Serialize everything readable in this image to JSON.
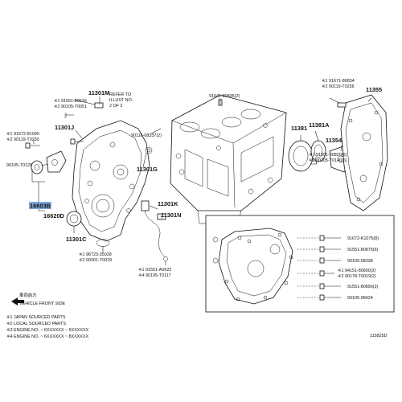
{
  "parts": {
    "p11301M": "11301M",
    "p91551_80616": "※1 91551-80616",
    "p90105_T0051": "※2 90105-T0051",
    "p11301J": "11301J",
    "p91672_81090": "※1 91672-81090",
    "p90119_T0230": "※2 90119-T0230",
    "p90105_T0125": "90105-T0125",
    "p16603B": "16603B",
    "p16620D": "16620D",
    "p11301C": "11301C",
    "p96723": "※1 96723-35028",
    "p90301": "※2 90301-T0029",
    "p91641": "91641-80835(2)",
    "p90116": "90116-08337(2)",
    "p11301G": "11301G",
    "p11301K": "11301K",
    "p11301N": "11301N",
    "p91551_A0622": "※1 91551-A0622",
    "p90105_T0117": "※4 90105-T0117",
    "p11381": "11381",
    "p11381A": "11381A",
    "p11354": "11354",
    "p91551_00820": "※1 91551-00820(6)",
    "p90305_T0140": "※2 90305-T0140(6)",
    "p91671_80834": "※1 91671-80834",
    "p90119_T0236": "※2 90119-T0236",
    "p11355": "11355"
  },
  "refer": [
    "REFER TO",
    "ILLUST NO.",
    "2 OF 2"
  ],
  "inset_parts": [
    "91672-K1075(8)",
    "91551-80875(6)",
    "90105-08338",
    "※1 94151-80800(2)",
    "※2 90178-T0019(2)",
    "91551-80890(2)",
    "90105-08424"
  ],
  "vehicle_front": [
    "車両前方",
    "VEHICLE FRONT SIDE"
  ],
  "legend": [
    "※1 JAPAN SOURCED PARTS",
    "※2 LOCAL SOURCED PARTS",
    "※3 ENGINE NO. ~ 6XXXXXX ~ 5XXXXXX",
    "※4 ENGINE NO. ~ 6XXXXXX ~ 8XXXXXX"
  ],
  "illustration_no": "115825D",
  "colors": {
    "highlight": "#7fa6d8",
    "line": "#111111",
    "background": "#ffffff"
  }
}
